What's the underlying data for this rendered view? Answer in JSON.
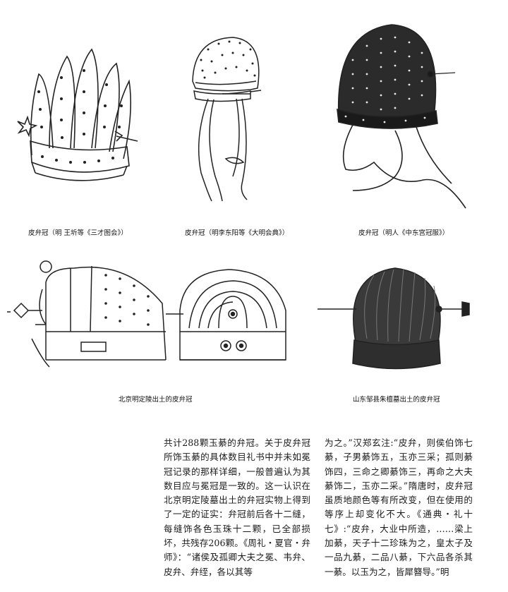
{
  "captions": {
    "fig1": "皮弁冠（明  王圻等《三才图会》）",
    "fig2": "皮弁冠（明李东阳等《大明会典》）",
    "fig3": "皮弁冠（明人《中东宫冠服》）",
    "fig4": "北京明定陵出土的皮弁冠",
    "fig5": "山东邹县朱檀墓出土的皮弁冠"
  },
  "body": {
    "col1": "共计288颗玉綦的弁冠。关于皮弁冠所饰玉綦的具体数目礼书中并未如冕冠记录的那样详细，一般普遍认为其数目应与冕冠是一致的。这一认识在北京明定陵墓出土的弁冠实物上得到了一定的证实：弁冠前后各十二缝，每缝饰各色玉珠十二颗，已全部损坏，共残存206颗。《周礼・夏官・弁师》：“诸侯及孤卿大夫之冕、韦弁、皮弁、弁绖，各以其等",
    "col2": "为之。”汉郑玄注:“皮弁，则侯伯饰七綦，子男綦饰五，玉亦三采；孤则綦饰四，三命之卿綦饰三，再命之大夫綦饰二，玉亦二采。”隋唐时，皮弁冠虽质地颜色等有所改变，但在使用的等序上却变化不大。《通典・礼十七》:“皮弁，大业中所造，……梁上加綦，天子十二珍珠为之，皇太子及一品九綦，二品八綦，下六品各杀其一綦。以玉为之，皆犀簪导。”明"
  }
}
